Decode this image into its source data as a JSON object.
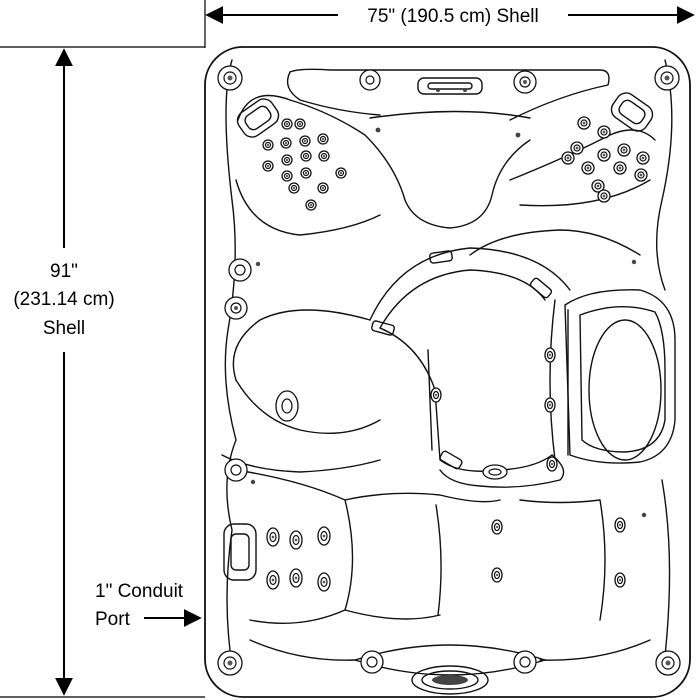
{
  "dimensions": {
    "width_label": "75\" (190.5 cm) Shell",
    "height_line1": "91\"",
    "height_line2": "(231.14 cm)",
    "height_line3": "Shell"
  },
  "conduit": {
    "line1": "1\" Conduit",
    "line2": "Port"
  }
}
